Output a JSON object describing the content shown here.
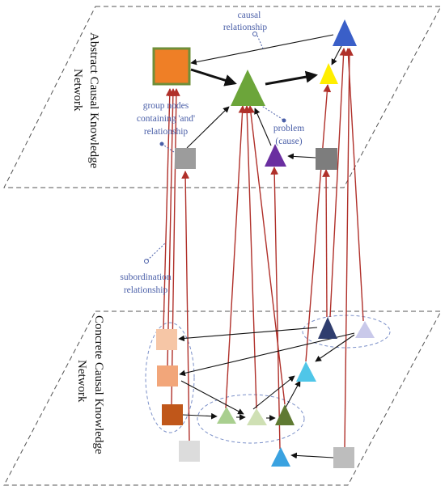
{
  "layers": {
    "abstract": {
      "line1": "Abstract Causal Knowledge",
      "line2": "Network"
    },
    "concrete": {
      "line1": "Concrete Causal Knowledge",
      "line2": "Network"
    }
  },
  "annotations": {
    "causal": {
      "line1": "causal",
      "line2": "relationship"
    },
    "group": {
      "line1": "group nodes",
      "line2": "containing 'and'",
      "line3": "relationship"
    },
    "problem": {
      "line1": "problem",
      "line2": "(cause)"
    },
    "subordination": {
      "line1": "subordination",
      "line2": "relationship"
    }
  },
  "colors": {
    "plane_border": "#555555",
    "causal_edge": "#111111",
    "subordination_edge": "#b0302a",
    "annotation_text": "#4a5fa8",
    "group_ellipse": "#7a8fc8"
  }
}
